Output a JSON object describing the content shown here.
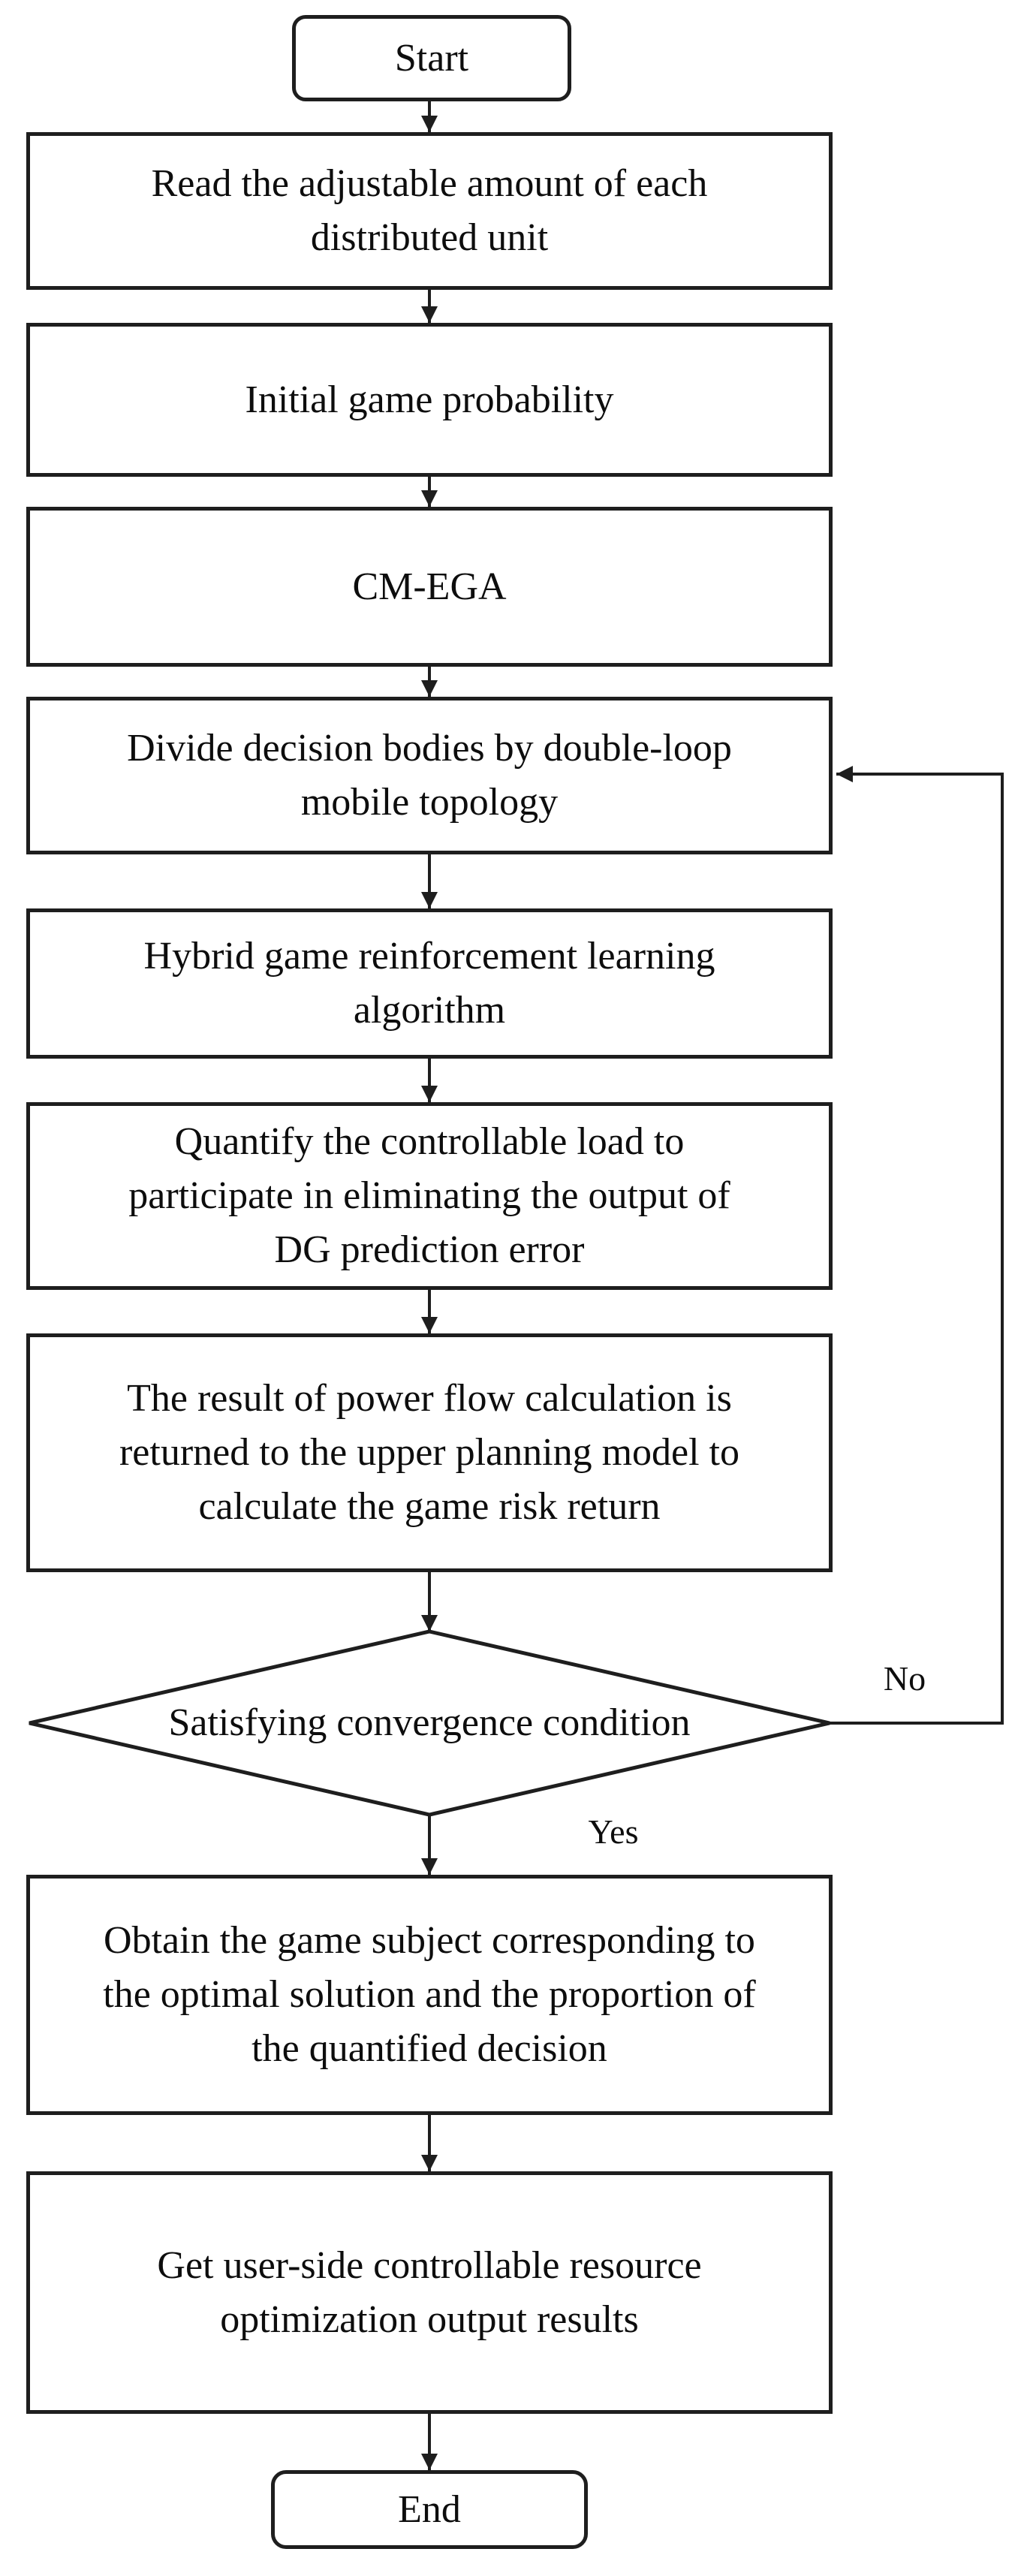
{
  "diagram": {
    "type": "flowchart",
    "colors": {
      "stroke": "#1e1e1e",
      "fill": "#ffffff",
      "text": "#0d0d0d"
    },
    "nodes": {
      "start": {
        "label": "Start"
      },
      "read": {
        "label": "Read the adjustable amount of each\ndistributed unit"
      },
      "init": {
        "label": "Initial game probability"
      },
      "cmega": {
        "label": "CM-EGA"
      },
      "divide": {
        "label": "Divide decision bodies by double-loop\nmobile topology"
      },
      "hybrid": {
        "label": "Hybrid game reinforcement learning\nalgorithm"
      },
      "quantify": {
        "label": "Quantify the controllable load to\nparticipate in eliminating the output of\nDG prediction error"
      },
      "powerflow": {
        "label": "The result of power flow calculation is\nreturned to the upper planning model to\ncalculate the game risk return"
      },
      "decision": {
        "label": "Satisfying convergence condition"
      },
      "obtain": {
        "label": "Obtain the game subject corresponding to\nthe optimal solution and the proportion of\nthe quantified decision"
      },
      "output": {
        "label": "Get user-side controllable resource\noptimization output results"
      },
      "end": {
        "label": "End"
      }
    },
    "edge_labels": {
      "no": "No",
      "yes": "Yes"
    }
  }
}
